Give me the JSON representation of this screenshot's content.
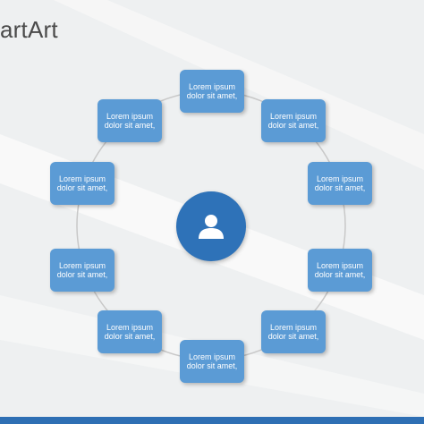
{
  "title": "artArt",
  "colors": {
    "node_fill": "#5b9bd5",
    "center_fill": "#2e72b8",
    "ring_stroke": "#c8c8c8",
    "footer_bar": "#2e6fb4"
  },
  "center": {
    "icon": "user-icon"
  },
  "nodes": [
    {
      "label": "Lorem ipsum dolor sit amet,"
    },
    {
      "label": "Lorem ipsum dolor sit amet,"
    },
    {
      "label": "Lorem ipsum dolor sit amet,"
    },
    {
      "label": "Lorem ipsum dolor sit amet,"
    },
    {
      "label": "Lorem ipsum dolor sit amet,"
    },
    {
      "label": "Lorem ipsum dolor sit amet,"
    },
    {
      "label": "Lorem ipsum dolor sit amet,"
    },
    {
      "label": "Lorem ipsum dolor sit amet,"
    },
    {
      "label": "Lorem ipsum dolor sit amet,"
    },
    {
      "label": "Lorem ipsum dolor sit amet,"
    }
  ]
}
